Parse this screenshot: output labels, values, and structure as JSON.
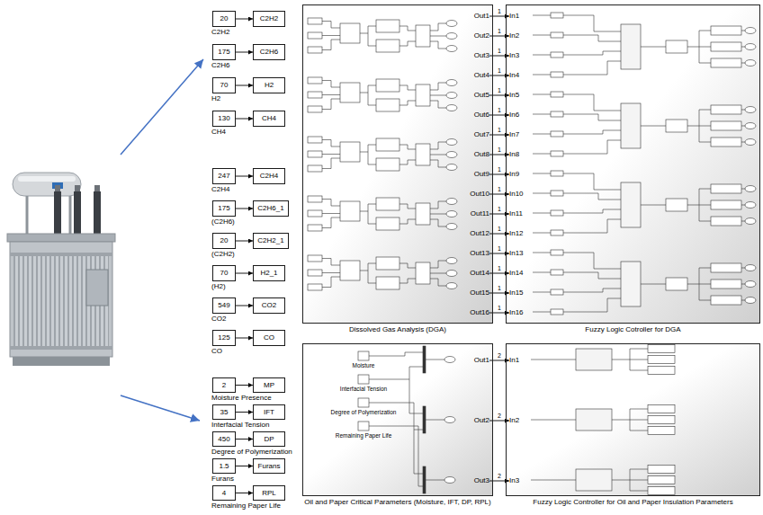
{
  "diagram": {
    "nodes": [
      {
        "text": [
          "20",
          "C2H2"
        ]
      },
      {
        "text": [
          "C2H2"
        ]
      },
      {
        "text": [
          "175",
          "C2H6"
        ]
      },
      {
        "text": [
          "C2H6"
        ]
      },
      {
        "text": [
          "70",
          "H2"
        ]
      },
      {
        "text": [
          "H2"
        ]
      },
      {
        "text": [
          "130",
          "CH4"
        ]
      },
      {
        "text": [
          "CH4"
        ]
      },
      {
        "text": [
          "247",
          "C2H4"
        ]
      },
      {
        "text": [
          "C2H4"
        ]
      },
      {
        "text": [
          "175",
          "(C2H6)"
        ]
      },
      {
        "text": [
          "C2H6_1"
        ]
      },
      {
        "text": [
          "20",
          "(C2H2)"
        ]
      },
      {
        "text": [
          "C2H2_1"
        ]
      },
      {
        "text": [
          "70",
          "(H2)"
        ]
      },
      {
        "text": [
          "H2_1"
        ]
      },
      {
        "text": [
          "549",
          "CO2"
        ]
      },
      {
        "text": [
          "CO2"
        ]
      },
      {
        "text": [
          "125",
          "CO"
        ]
      },
      {
        "text": [
          "CO"
        ]
      },
      {
        "text": [
          "2",
          "Moisture Presence"
        ]
      },
      {
        "text": [
          "MP"
        ]
      },
      {
        "text": [
          "35",
          "Interfacial Tension"
        ]
      },
      {
        "text": [
          "IFT"
        ]
      },
      {
        "text": [
          "450",
          "Degree of Polymerization"
        ]
      },
      {
        "text": [
          "DP"
        ]
      },
      {
        "text": [
          "1.5",
          "Furans"
        ]
      },
      {
        "text": [
          "Furans"
        ]
      },
      {
        "text": [
          "4",
          "Remaining Paper Life"
        ]
      },
      {
        "text": [
          "RPL"
        ]
      },
      {
        "text": [
          "Dissolved Gas Analysis (DGA)"
        ]
      },
      {
        "text": [
          "Out1"
        ],
        "in": 30
      },
      {
        "text": [
          "Out2"
        ],
        "in": 30
      },
      {
        "text": [
          "Out3"
        ],
        "in": 30
      },
      {
        "text": [
          "Out4"
        ],
        "in": 30
      },
      {
        "text": [
          "Out5"
        ],
        "in": 30
      },
      {
        "text": [
          "Out6"
        ],
        "in": 30
      },
      {
        "text": [
          "Out7"
        ],
        "in": 30
      },
      {
        "text": [
          "Out8"
        ],
        "in": 30
      },
      {
        "text": [
          "Out9"
        ],
        "in": 30
      },
      {
        "text": [
          "Out10"
        ],
        "in": 30
      },
      {
        "text": [
          "Out11"
        ],
        "in": 30
      },
      {
        "text": [
          "Out12"
        ],
        "in": 30
      },
      {
        "text": [
          "Out13"
        ],
        "in": 30
      },
      {
        "text": [
          "Out14"
        ],
        "in": 30
      },
      {
        "text": [
          "Out15"
        ],
        "in": 30
      },
      {
        "text": [
          "Out16"
        ],
        "in": 30
      },
      {
        "text": [
          "Fuzzy Logic Cotroller for DGA"
        ]
      },
      {
        "text": [
          "In1"
        ],
        "in": 47
      },
      {
        "text": [
          "In2"
        ],
        "in": 47
      },
      {
        "text": [
          "In3"
        ],
        "in": 47
      },
      {
        "text": [
          "In4"
        ],
        "in": 47
      },
      {
        "text": [
          "In5"
        ],
        "in": 47
      },
      {
        "text": [
          "In6"
        ],
        "in": 47
      },
      {
        "text": [
          "In7"
        ],
        "in": 47
      },
      {
        "text": [
          "In8"
        ],
        "in": 47
      },
      {
        "text": [
          "In9"
        ],
        "in": 47
      },
      {
        "text": [
          "In10"
        ],
        "in": 47
      },
      {
        "text": [
          "In11"
        ],
        "in": 47
      },
      {
        "text": [
          "In12"
        ],
        "in": 47
      },
      {
        "text": [
          "In13"
        ],
        "in": 47
      },
      {
        "text": [
          "In14"
        ],
        "in": 47
      },
      {
        "text": [
          "In15"
        ],
        "in": 47
      },
      {
        "text": [
          "In16"
        ],
        "in": 47
      },
      {
        "text": [
          "Oil and Paper Critical Parameters (Moisture, IFT, DP, RPL)"
        ]
      },
      {
        "text": [
          "Out1"
        ],
        "in": 64
      },
      {
        "text": [
          "Out2"
        ],
        "in": 64
      },
      {
        "text": [
          "Out3"
        ],
        "in": 64
      },
      {
        "text": [
          "Fuzzy Logic Controller for Oil and Paper Insulation Parameters"
        ]
      },
      {
        "text": [
          "In1"
        ],
        "in": 68
      },
      {
        "text": [
          "In2"
        ],
        "in": 68
      },
      {
        "text": [
          "In3"
        ],
        "in": 68
      }
    ],
    "edges": [
      {
        "from": 0,
        "to": 1,
        "arrow": "to"
      },
      {
        "from": 2,
        "to": 3,
        "arrow": "to"
      },
      {
        "from": 4,
        "to": 5,
        "arrow": "to"
      },
      {
        "from": 6,
        "to": 7,
        "arrow": "to"
      },
      {
        "from": 8,
        "to": 9,
        "arrow": "to"
      },
      {
        "from": 10,
        "to": 11,
        "arrow": "to"
      },
      {
        "from": 12,
        "to": 13,
        "arrow": "to"
      },
      {
        "from": 14,
        "to": 15,
        "arrow": "to"
      },
      {
        "from": 16,
        "to": 17,
        "arrow": "to"
      },
      {
        "from": 18,
        "to": 19,
        "arrow": "to"
      },
      {
        "from": 20,
        "to": 21,
        "arrow": "to"
      },
      {
        "from": 22,
        "to": 23,
        "arrow": "to"
      },
      {
        "from": 24,
        "to": 25,
        "arrow": "to"
      },
      {
        "from": 26,
        "to": 27,
        "arrow": "to"
      },
      {
        "from": 28,
        "to": 29,
        "arrow": "to"
      },
      {
        "from": 31,
        "to": 48,
        "label": "1",
        "arrow": "to"
      },
      {
        "from": 32,
        "to": 49,
        "label": "1",
        "arrow": "to"
      },
      {
        "from": 33,
        "to": 50,
        "label": "1",
        "arrow": "to"
      },
      {
        "from": 34,
        "to": 51,
        "label": "1",
        "arrow": "to"
      },
      {
        "from": 35,
        "to": 52,
        "label": "1",
        "arrow": "to"
      },
      {
        "from": 36,
        "to": 53,
        "label": "1",
        "arrow": "to"
      },
      {
        "from": 37,
        "to": 54,
        "label": "1",
        "arrow": "to"
      },
      {
        "from": 38,
        "to": 55,
        "label": "1",
        "arrow": "to"
      },
      {
        "from": 39,
        "to": 56,
        "label": "1",
        "arrow": "to"
      },
      {
        "from": 40,
        "to": 57,
        "label": "1",
        "arrow": "to"
      },
      {
        "from": 41,
        "to": 58,
        "label": "1",
        "arrow": "to"
      },
      {
        "from": 42,
        "to": 59,
        "label": "1",
        "arrow": "to"
      },
      {
        "from": 43,
        "to": 60,
        "label": "1",
        "arrow": "to"
      },
      {
        "from": 44,
        "to": 61,
        "label": "1",
        "arrow": "to"
      },
      {
        "from": 45,
        "to": 62,
        "label": "1",
        "arrow": "to"
      },
      {
        "from": 46,
        "to": 63,
        "label": "1",
        "arrow": "to"
      },
      {
        "from": 65,
        "to": 69,
        "label": "2",
        "arrow": "to"
      },
      {
        "from": 66,
        "to": 70,
        "label": "2",
        "arrow": "to"
      },
      {
        "from": 67,
        "to": 71,
        "label": "2",
        "arrow": "to"
      }
    ],
    "labels": [
      "Moisture",
      "Interfacial Tension",
      "Degree of Polymerization",
      "Remaining Paper Life"
    ]
  }
}
